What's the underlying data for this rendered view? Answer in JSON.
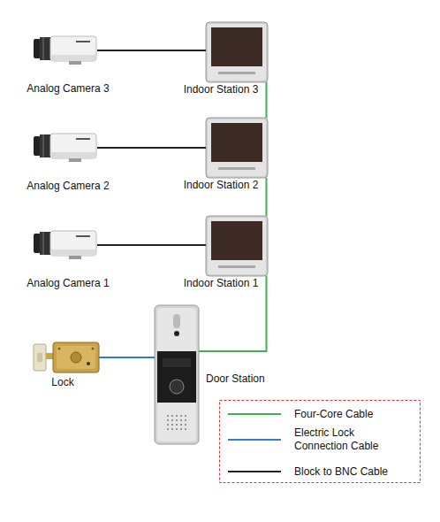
{
  "diagram": {
    "nodes": [
      {
        "text": [
          "Analog Camera 3"
        ]
      },
      {
        "text": [
          "Indoor Station 3"
        ]
      },
      {
        "text": [
          "Analog Camera 2"
        ]
      },
      {
        "text": [
          "Indoor Station 2"
        ]
      },
      {
        "text": [
          "Analog Camera 1"
        ]
      },
      {
        "text": [
          "Indoor Station 1"
        ]
      },
      {
        "text": [
          "Lock"
        ]
      },
      {
        "text": [
          "Door Station"
        ]
      }
    ],
    "edges": [
      {
        "from": 0,
        "to": 1,
        "arrow": "none"
      },
      {
        "from": 2,
        "to": 3,
        "arrow": "none"
      },
      {
        "from": 4,
        "to": 5,
        "arrow": "none"
      },
      {
        "from": 1,
        "to": 3,
        "arrow": "none"
      },
      {
        "from": 3,
        "to": 5,
        "arrow": "none"
      },
      {
        "from": 5,
        "to": 7,
        "arrow": "none"
      },
      {
        "from": 6,
        "to": 7,
        "arrow": "none"
      }
    ],
    "legend": [
      {
        "text": "Four-Core Cable"
      },
      {
        "text": "Electric Lock Connection Cable"
      },
      {
        "text": "Block to BNC Cable"
      }
    ]
  }
}
